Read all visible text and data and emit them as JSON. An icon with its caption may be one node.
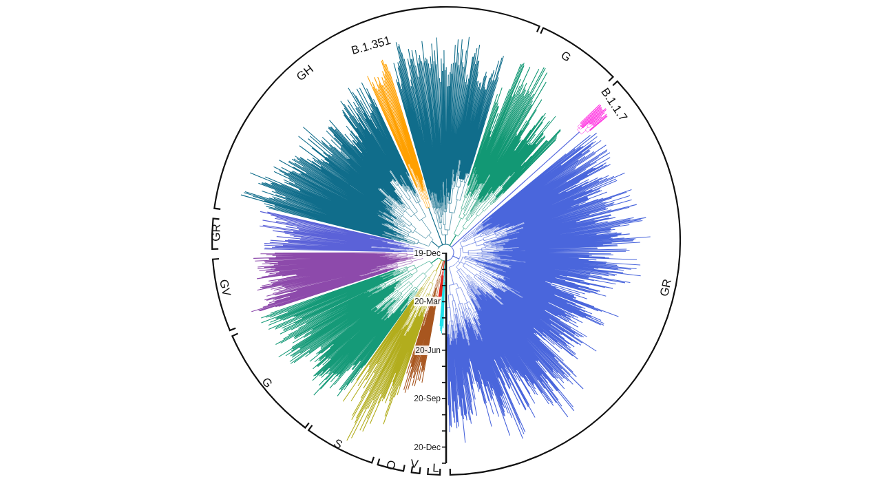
{
  "diagram": {
    "labels": [
      "GH",
      "B.1.351",
      "G",
      "B.1.1.7",
      "GR",
      "L",
      "V",
      "O",
      "S",
      "G",
      "GV",
      "GR",
      "19-Dec",
      "20-Mar",
      "20-Jun",
      "20-Sep",
      "20-Dec"
    ]
  }
}
